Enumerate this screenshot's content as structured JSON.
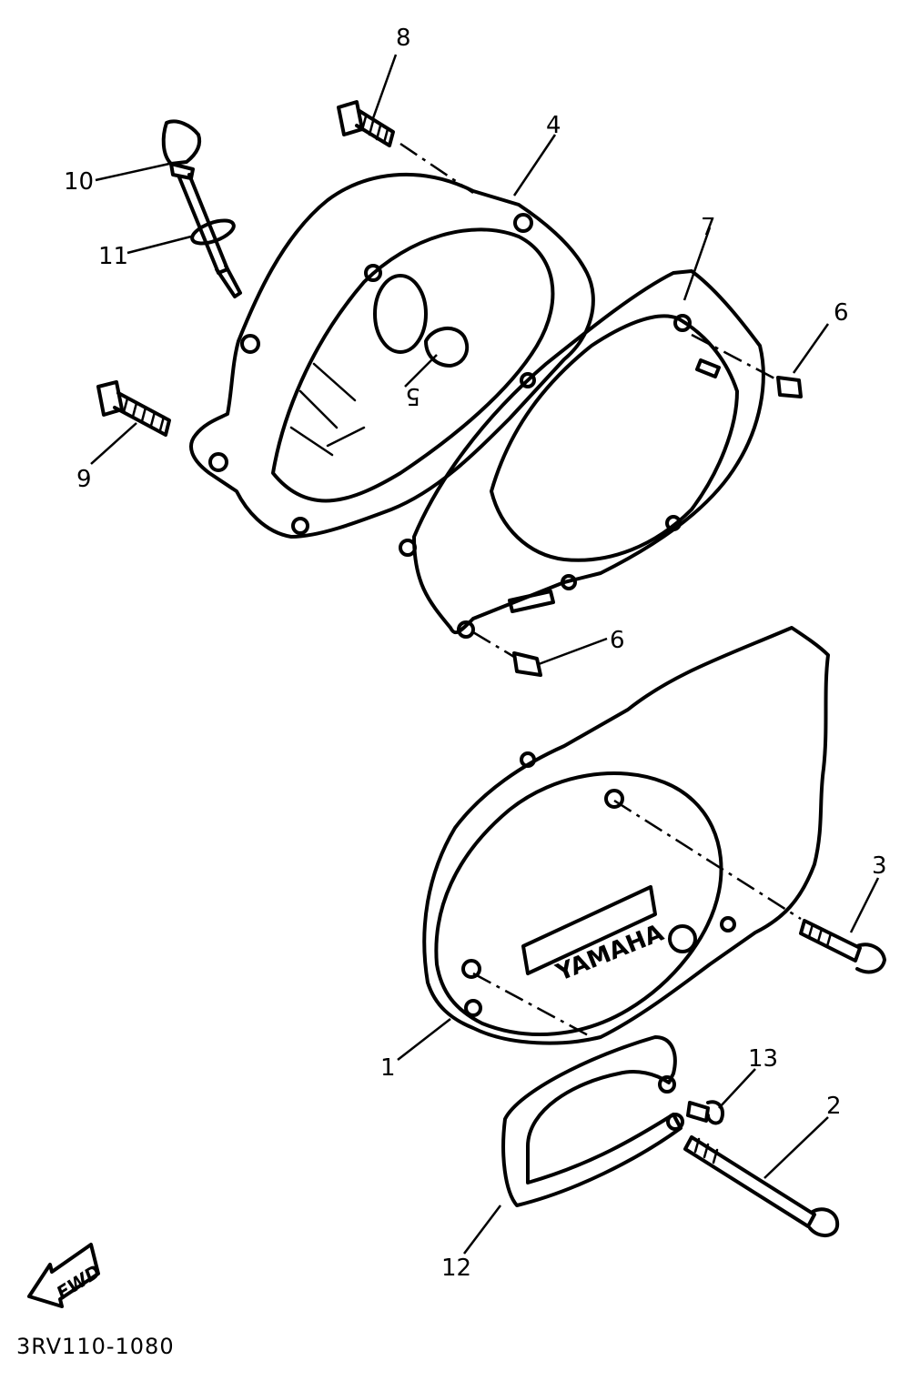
{
  "diagram": {
    "code": "3RV110-1080",
    "brand_text": "YAMAHA",
    "fwd_text": "FWD",
    "callouts": [
      {
        "label": "1",
        "part": "crankcase-cover-outer"
      },
      {
        "label": "2",
        "part": "bolt-long"
      },
      {
        "label": "3",
        "part": "bolt-cover"
      },
      {
        "label": "4",
        "part": "crankcase-cover-inner"
      },
      {
        "label": "5",
        "part": "bushing"
      },
      {
        "label": "6",
        "part": "dowel-pin"
      },
      {
        "label": "6",
        "part": "dowel-pin-lower"
      },
      {
        "label": "7",
        "part": "gasket"
      },
      {
        "label": "8",
        "part": "bolt-upper"
      },
      {
        "label": "9",
        "part": "bolt-left"
      },
      {
        "label": "10",
        "part": "oil-dipstick"
      },
      {
        "label": "11",
        "part": "o-ring"
      },
      {
        "label": "12",
        "part": "guard"
      },
      {
        "label": "13",
        "part": "screw"
      }
    ]
  }
}
